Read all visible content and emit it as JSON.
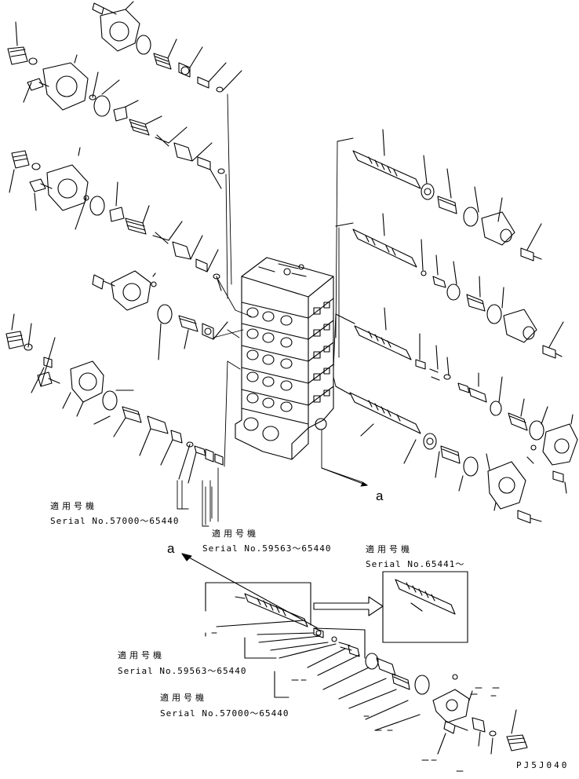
{
  "notes": {
    "serial_a": {
      "title": "適用号機",
      "text": "Serial No.57000～65440"
    },
    "serial_b": {
      "title": "適用号機",
      "text": "Serial No.59563～65440"
    },
    "serial_c": {
      "title": "適用号機",
      "text": "Serial No.65441～"
    },
    "serial_d": {
      "title": "適用号機",
      "text": "Serial No.59563～65440"
    },
    "serial_e": {
      "title": "適用号機",
      "text": "Serial No.57000～65440"
    }
  },
  "detail_marker_top": "a",
  "detail_marker_bottom": "a",
  "drawing_code": "PJ5J040"
}
